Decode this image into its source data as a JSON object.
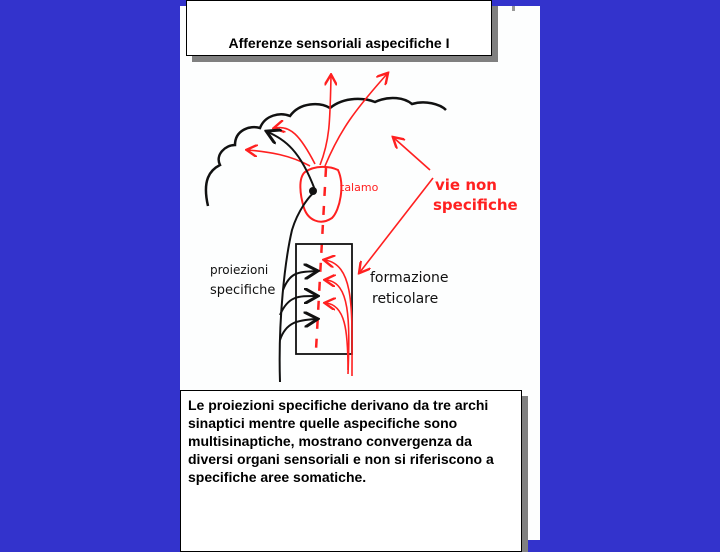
{
  "slide": {
    "title": "Afferenze sensoriali aspecifiche  I",
    "body": "Le proiezioni specifiche derivano da tre archi sinaptici mentre quelle aspecifiche sono multisinaptiche, mostrano convergenza da diversi organi sensoriali e non si riferiscono a specifiche aree somatiche."
  },
  "diagram": {
    "labels": {
      "talamo": "talamo",
      "vie_line1": "vie non",
      "vie_line2": "specifiche",
      "proiezioni_line1": "proiezioni",
      "proiezioni_line2": "specifiche",
      "formazione_line1": "formazione",
      "formazione_line2": "reticolare"
    },
    "colors": {
      "background": "#3333cc",
      "red": "#ff2020",
      "black": "#111111"
    }
  }
}
